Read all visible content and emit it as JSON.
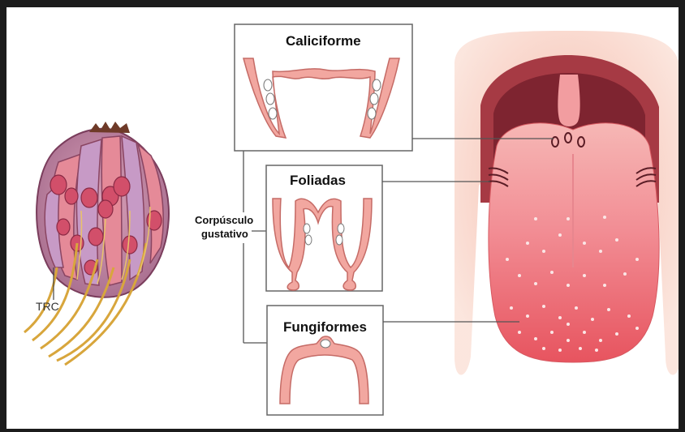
{
  "labels": {
    "caliciforme": "Caliciforme",
    "foliadas": "Foliadas",
    "fungiformes": "Fungiformes",
    "corpusculo_line1": "Corpúsculo",
    "corpusculo_line2": "gustativo",
    "trc": "TRC"
  },
  "colors": {
    "papilla_fill": "#f2a7a0",
    "papilla_stroke": "#c56b66",
    "tongue": "#f07d86",
    "mouth_outer": "#f7c2b3",
    "throat": "#8e2b35",
    "bud_cell_pink": "#e58a98",
    "bud_cell_purple": "#b79bc8",
    "nerve": "#d8a63c",
    "connector_line": "#555555"
  },
  "icons": [
    "taste-bud-illustration",
    "tongue-illustration",
    "papilla-cross-section"
  ]
}
